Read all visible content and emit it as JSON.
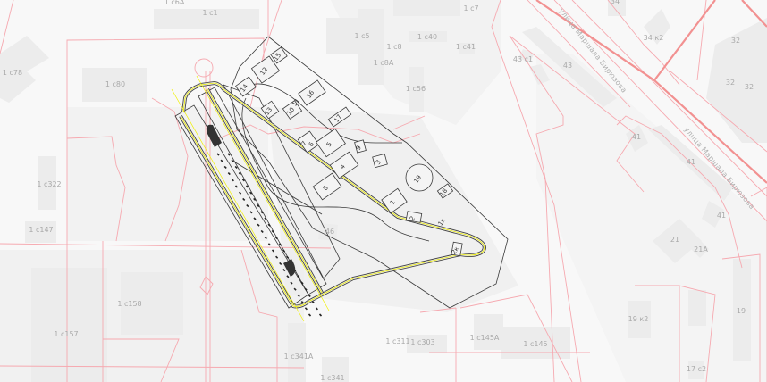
{
  "map": {
    "title": "Cadastral map with tram loop scheme",
    "colors": {
      "background": "#f8f8f8",
      "building": "#ececec",
      "parcel_line": "#f6a9b0",
      "street_line": "#f29191",
      "scheme": "#3a3a3a",
      "track_axis": "#e8e800"
    },
    "building_labels": [
      "1 c6A",
      "1 c1",
      "1 c7",
      "1 c5",
      "1 c8",
      "1 c40",
      "1 c41",
      "1 c8A",
      "1 c56",
      "1 c78",
      "1 c80",
      "1 c322",
      "1 c147",
      "1 c158",
      "1 c157",
      "1 c341A",
      "1 c341",
      "1 c311",
      "1 c303",
      "1 c145A",
      "1 c145",
      "43 c1",
      "43",
      "34",
      "34 к2",
      "32",
      "32",
      "32",
      "41",
      "41",
      "41",
      "21",
      "21A",
      "19 к2",
      "19",
      "17 c2",
      "46"
    ],
    "street_labels": [
      "улица Маршала Бирюзова",
      "улица Маршала Бирюзова"
    ],
    "scheme_numbers": [
      "15",
      "12",
      "14",
      "16",
      "13",
      "10",
      "11",
      "17",
      "7",
      "6",
      "5",
      "9",
      "3",
      "4",
      "19",
      "18",
      "8",
      "1",
      "2",
      "1к",
      "2к"
    ]
  }
}
